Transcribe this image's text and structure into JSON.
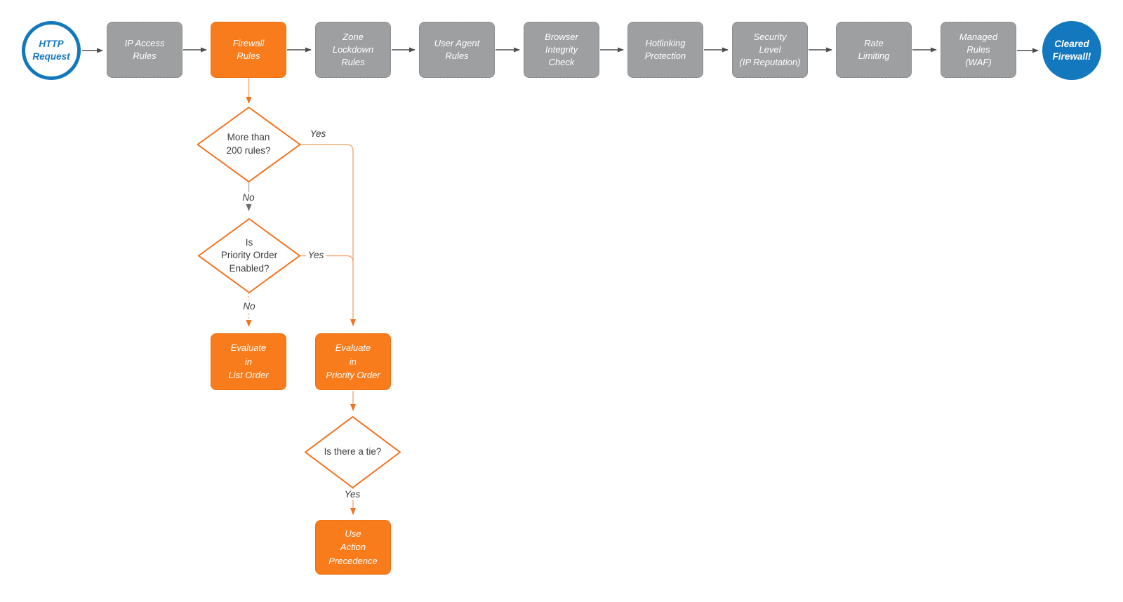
{
  "flow": {
    "start": {
      "label": "HTTP\nRequest"
    },
    "steps": [
      {
        "label": "IP Access\nRules",
        "variant": "gray"
      },
      {
        "label": "Firewall\nRules",
        "variant": "orange"
      },
      {
        "label": "Zone\nLockdown\nRules",
        "variant": "gray"
      },
      {
        "label": "User Agent\nRules",
        "variant": "gray"
      },
      {
        "label": "Browser\nIntegrity\nCheck",
        "variant": "gray"
      },
      {
        "label": "Hotlinking\nProtection",
        "variant": "gray"
      },
      {
        "label": "Security\nLevel\n(IP Reputation)",
        "variant": "gray"
      },
      {
        "label": "Rate\nLimiting",
        "variant": "gray"
      },
      {
        "label": "Managed\nRules\n(WAF)",
        "variant": "gray"
      }
    ],
    "end": {
      "label": "Cleared\nFirewall!"
    }
  },
  "branch": {
    "decision_more_rules": {
      "label": "More than\n200 rules?",
      "yes_label": "Yes",
      "no_label": "No"
    },
    "decision_priority_enabled": {
      "label": "Is\nPriority Order\nEnabled?",
      "yes_label": "Yes",
      "no_label": "No"
    },
    "evaluate_list": {
      "label": "Evaluate\nin\nList Order"
    },
    "evaluate_priority": {
      "label": "Evaluate\nin\nPriority Order"
    },
    "decision_tie": {
      "label": "Is there a tie?",
      "yes_label": "Yes"
    },
    "use_action_precedence": {
      "label": "Use\nAction\nPrecedence"
    }
  },
  "colors": {
    "accent_orange": "#F2711C",
    "orange_fill": "#F97C1C",
    "node_gray": "#9D9FA1",
    "brand_blue": "#1478BE",
    "connector_dark": "#4D4D4D"
  }
}
